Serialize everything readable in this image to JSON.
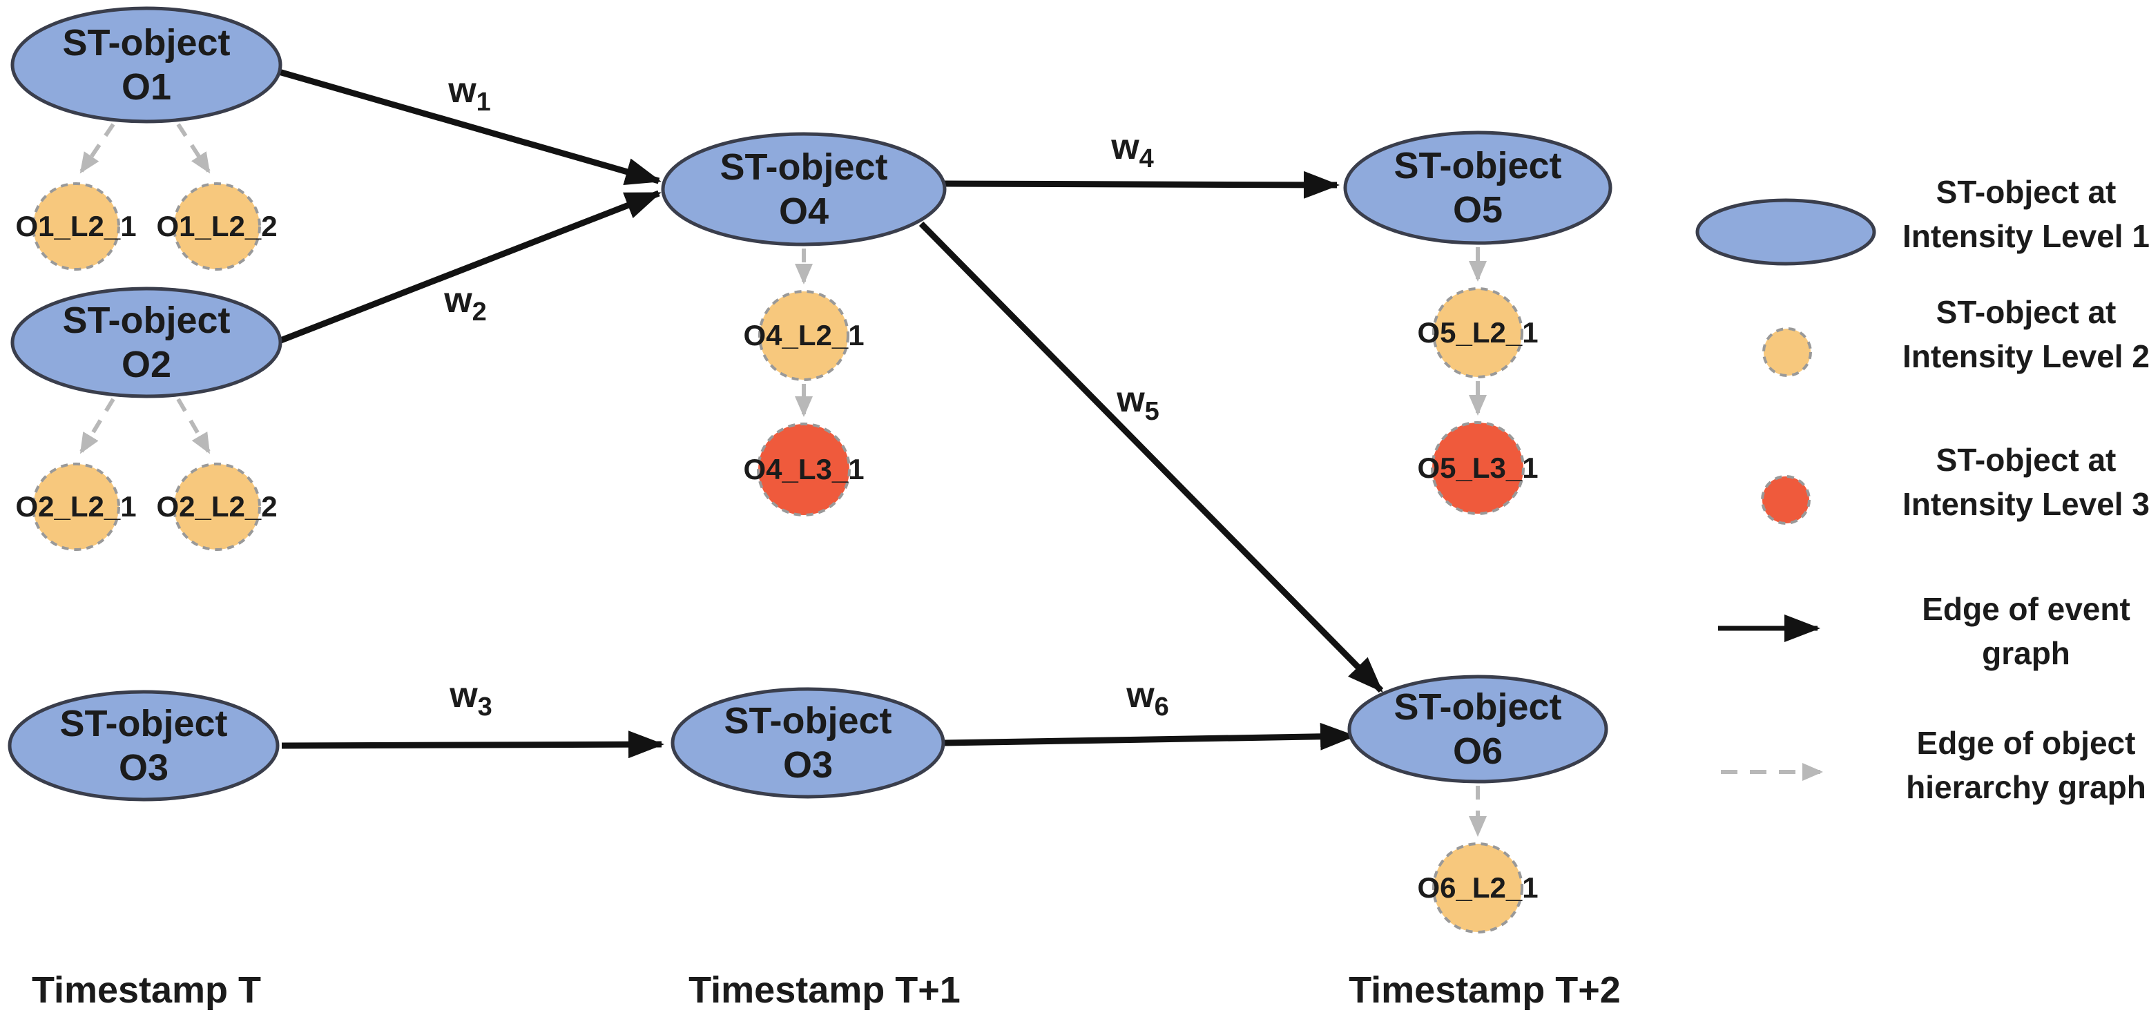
{
  "colors": {
    "level1_fill": "#8faadc",
    "level1_stroke": "#3a3e4c",
    "level2_fill": "#f7c87d",
    "level3_fill": "#ef5a3c",
    "child_stroke": "#999999",
    "event_edge": "#121212",
    "hierarchy_edge": "#b8b8b8",
    "text": "#1b1b1b"
  },
  "nodes": {
    "o1": {
      "line1": "ST-object",
      "line2": "O1"
    },
    "o2": {
      "line1": "ST-object",
      "line2": "O2"
    },
    "o3a": {
      "line1": "ST-object",
      "line2": "O3"
    },
    "o4": {
      "line1": "ST-object",
      "line2": "O4"
    },
    "o3b": {
      "line1": "ST-object",
      "line2": "O3"
    },
    "o5": {
      "line1": "ST-object",
      "line2": "O5"
    },
    "o6": {
      "line1": "ST-object",
      "line2": "O6"
    }
  },
  "children": {
    "o1_l2_1": "O1_L2_1",
    "o1_l2_2": "O1_L2_2",
    "o2_l2_1": "O2_L2_1",
    "o2_l2_2": "O2_L2_2",
    "o4_l2_1": "O4_L2_1",
    "o4_l3_1": "O4_L3_1",
    "o5_l2_1": "O5_L2_1",
    "o5_l3_1": "O5_L3_1",
    "o6_l2_1": "O6_L2_1"
  },
  "event_edges": [
    {
      "from": "O1 (Timestamp T)",
      "to": "O4 (Timestamp T+1)",
      "w_base": "w",
      "w_sub": "1"
    },
    {
      "from": "O2 (Timestamp T)",
      "to": "O4 (Timestamp T+1)",
      "w_base": "w",
      "w_sub": "2"
    },
    {
      "from": "O3 (Timestamp T)",
      "to": "O3 (Timestamp T+1)",
      "w_base": "w",
      "w_sub": "3"
    },
    {
      "from": "O4 (Timestamp T+1)",
      "to": "O5 (Timestamp T+2)",
      "w_base": "w",
      "w_sub": "4"
    },
    {
      "from": "O4 (Timestamp T+1)",
      "to": "O6 (Timestamp T+2)",
      "w_base": "w",
      "w_sub": "5"
    },
    {
      "from": "O3 (Timestamp T+1)",
      "to": "O6 (Timestamp T+2)",
      "w_base": "w",
      "w_sub": "6"
    }
  ],
  "hierarchy_edges": [
    {
      "from": "O1",
      "to": "O1_L2_1"
    },
    {
      "from": "O1",
      "to": "O1_L2_2"
    },
    {
      "from": "O2",
      "to": "O2_L2_1"
    },
    {
      "from": "O2",
      "to": "O2_L2_2"
    },
    {
      "from": "O4",
      "to": "O4_L2_1"
    },
    {
      "from": "O4_L2_1",
      "to": "O4_L3_1"
    },
    {
      "from": "O5",
      "to": "O5_L2_1"
    },
    {
      "from": "O5_L2_1",
      "to": "O5_L3_1"
    },
    {
      "from": "O6",
      "to": "O6_L2_1"
    }
  ],
  "timestamps": {
    "t0": "Timestamp T",
    "t1": "Timestamp T+1",
    "t2": "Timestamp T+2"
  },
  "legend": {
    "level1": {
      "line1": "ST-object at",
      "line2": "Intensity Level 1"
    },
    "level2": {
      "line1": "ST-object at",
      "line2": "Intensity Level 2"
    },
    "level3": {
      "line1": "ST-object at",
      "line2": "Intensity Level 3"
    },
    "event": {
      "line1": "Edge of event",
      "line2": "graph"
    },
    "hierarchy": {
      "line1": "Edge of object",
      "line2": "hierarchy graph"
    }
  }
}
